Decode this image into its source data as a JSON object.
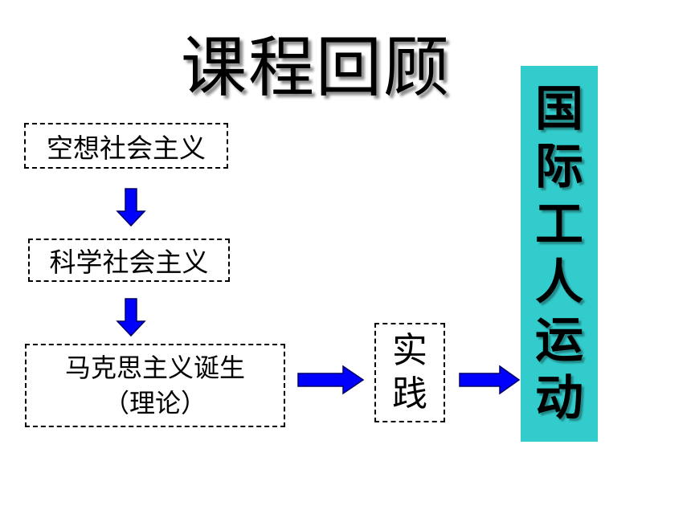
{
  "title": "课程回顾",
  "boxes": {
    "utopian": "空想社会主义",
    "scientific": "科学社会主义",
    "marxism_line1": "马克思主义诞生",
    "marxism_line2": "（理论）",
    "practice_line1": "实",
    "practice_line2": "践"
  },
  "movement": {
    "chars": [
      "国",
      "际",
      "工",
      "人",
      "运",
      "动"
    ]
  },
  "colors": {
    "arrow": "#0000ff",
    "movement_bg": "#33cccc"
  }
}
